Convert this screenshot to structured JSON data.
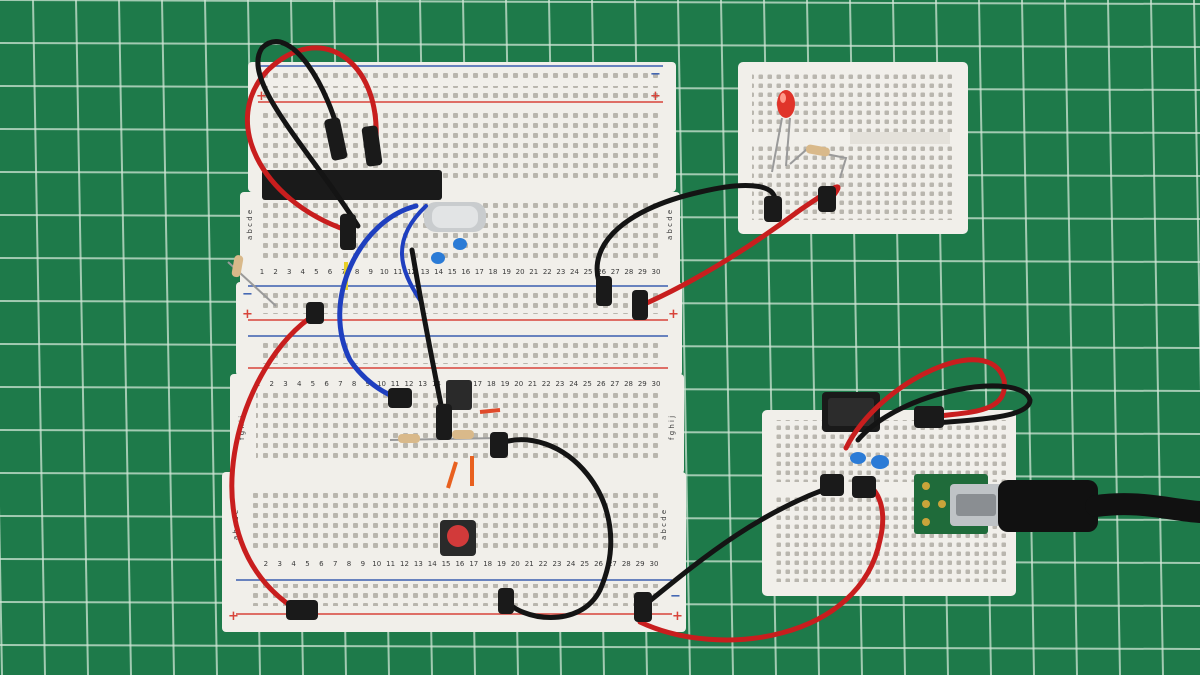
{
  "colors": {
    "mat": "#1e7a4a",
    "grid": "#cfe6d6",
    "breadboard": "#f1efea",
    "hole": "#b9b6ae",
    "rail_red": "#d8443a",
    "rail_blue": "#3a5fb0",
    "wire_red": "#c81e1e",
    "wire_black": "#141414",
    "wire_blue": "#1f3fbf",
    "chip": "#1a1a1a",
    "pcb": "#1f6b3a",
    "led": "#e0342a",
    "button": "#d23a3a",
    "capacitor": "#2b7bd6"
  },
  "labels": {
    "row_letters_top": "f g h i j",
    "row_letters_bottom": "a b c d e",
    "plus": "+",
    "minus": "−"
  },
  "column_numbers": [
    "1",
    "2",
    "3",
    "4",
    "5",
    "6",
    "7",
    "8",
    "9",
    "10",
    "11",
    "12",
    "13",
    "14",
    "15",
    "16",
    "17",
    "18",
    "19",
    "20",
    "21",
    "22",
    "23",
    "24",
    "25",
    "26",
    "27",
    "28",
    "29",
    "30"
  ]
}
